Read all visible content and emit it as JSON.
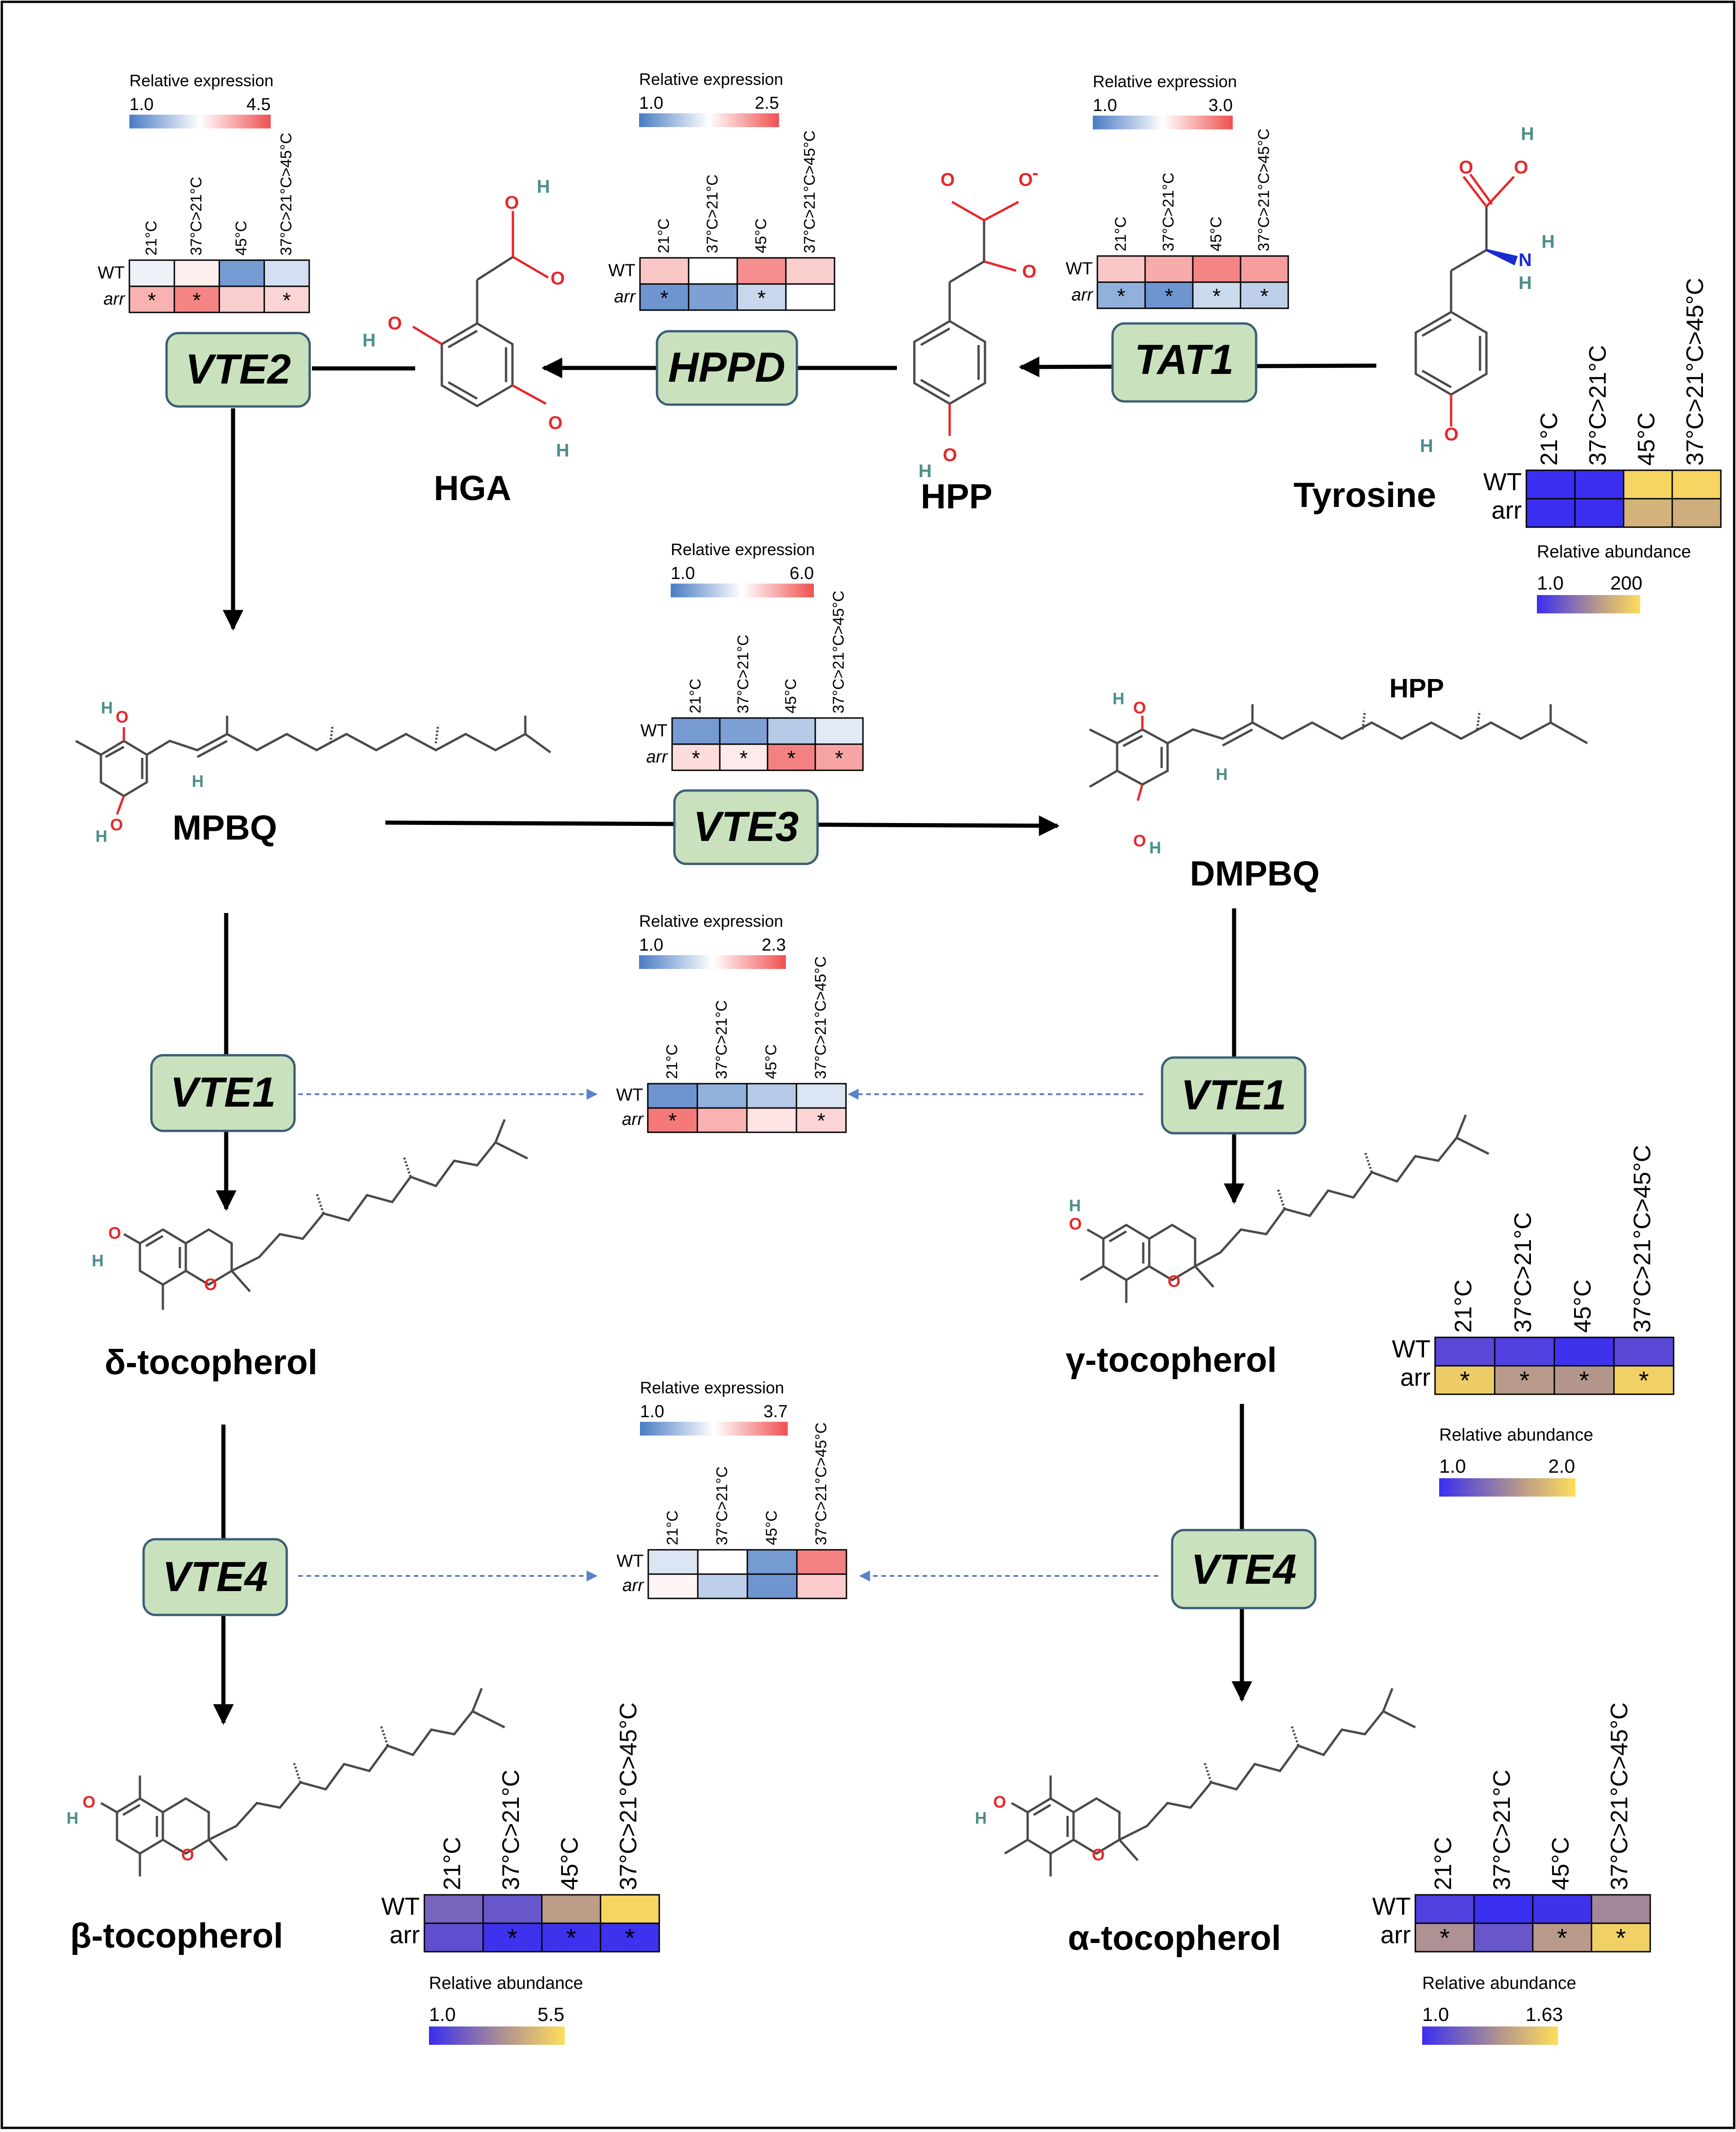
{
  "colors": {
    "enzyme_fill": "#c9e2bd",
    "enzyme_border": "#3b5d76",
    "expr_low": "#4a7bc4",
    "expr_mid": "#ffffff",
    "expr_high": "#f05050",
    "abund_low": "#3a2ef0",
    "abund_mid": "#b89a8a",
    "abund_high": "#ffdd5c",
    "oxygen": "#e8262a",
    "hydrogen": "#4c8e88",
    "nitrogen": "#1a2bd0",
    "bond": "#4a4a4a",
    "arrow": "#000000",
    "dashed": "#5a82c8"
  },
  "conditions": [
    "21°C",
    "37°C>21°C",
    "45°C",
    "37°C>21°C>45°C"
  ],
  "genotypes": [
    "WT",
    "arr"
  ],
  "star": "*",
  "expression_title": "Relative expression",
  "abundance_title": "Relative abundance",
  "metabolites": {
    "tyrosine": "Tyrosine",
    "hpp": "HPP",
    "hga": "HGA",
    "mpbq": "MPBQ",
    "dmpbq": "DMPBQ",
    "dmpbq_tag": "HPP",
    "delta": "δ-tocopherol",
    "gamma": "γ-tocopherol",
    "beta": "β-tocopherol",
    "alpha": "α-tocopherol"
  },
  "enzymes": {
    "tat1": "TAT1",
    "hppd": "HPPD",
    "vte2": "VTE2",
    "vte3": "VTE3",
    "vte1": "VTE1",
    "vte4": "VTE4"
  },
  "heatmaps": {
    "vte2": {
      "kind": "expression",
      "min": "1.0",
      "max": "4.5",
      "WT": [
        0.45,
        0.55,
        0.12,
        0.38
      ],
      "arr": [
        0.72,
        0.85,
        0.64,
        0.62
      ],
      "WT_star": [
        false,
        false,
        false,
        false
      ],
      "arr_star": [
        true,
        true,
        false,
        true
      ]
    },
    "hppd": {
      "kind": "expression",
      "min": "1.0",
      "max": "2.5",
      "WT": [
        0.66,
        0.5,
        0.82,
        0.64
      ],
      "arr": [
        0.1,
        0.14,
        0.35,
        0.5
      ],
      "WT_star": [
        false,
        false,
        false,
        false
      ],
      "arr_star": [
        true,
        false,
        true,
        false
      ]
    },
    "tat1": {
      "kind": "expression",
      "min": "1.0",
      "max": "3.0",
      "WT": [
        0.66,
        0.74,
        0.85,
        0.78
      ],
      "arr": [
        0.2,
        0.1,
        0.36,
        0.32
      ],
      "WT_star": [
        false,
        false,
        false,
        false
      ],
      "arr_star": [
        true,
        true,
        true,
        true
      ]
    },
    "vte3": {
      "kind": "expression",
      "min": "1.0",
      "max": "6.0",
      "WT": [
        0.12,
        0.14,
        0.3,
        0.42
      ],
      "arr": [
        0.6,
        0.56,
        0.86,
        0.76
      ],
      "WT_star": [
        false,
        false,
        false,
        false
      ],
      "arr_star": [
        true,
        true,
        true,
        true
      ]
    },
    "vte1": {
      "kind": "expression",
      "min": "1.0",
      "max": "2.3",
      "WT": [
        0.1,
        0.2,
        0.3,
        0.4
      ],
      "arr": [
        0.88,
        0.72,
        0.58,
        0.62
      ],
      "WT_star": [
        false,
        false,
        false,
        false
      ],
      "arr_star": [
        true,
        false,
        false,
        true
      ]
    },
    "vte4": {
      "kind": "expression",
      "min": "1.0",
      "max": "3.7",
      "WT": [
        0.4,
        0.5,
        0.12,
        0.86
      ],
      "arr": [
        0.53,
        0.32,
        0.1,
        0.65
      ],
      "WT_star": [
        false,
        false,
        false,
        false
      ],
      "arr_star": [
        false,
        false,
        false,
        false
      ]
    },
    "tyrosine": {
      "kind": "abundance",
      "min": "1.0",
      "max": "200",
      "WT": [
        0.0,
        0.0,
        0.95,
        0.95
      ],
      "arr": [
        0.0,
        0.0,
        0.75,
        0.72
      ],
      "WT_star": [
        false,
        false,
        false,
        false
      ],
      "arr_star": [
        false,
        false,
        false,
        false
      ]
    },
    "gamma": {
      "kind": "abundance",
      "min": "1.0",
      "max": "2.0",
      "WT": [
        0.15,
        0.1,
        0.02,
        0.15
      ],
      "arr": [
        0.9,
        0.6,
        0.58,
        0.92
      ],
      "WT_star": [
        false,
        false,
        false,
        false
      ],
      "arr_star": [
        true,
        true,
        true,
        true
      ]
    },
    "beta": {
      "kind": "abundance",
      "min": "1.0",
      "max": "5.5",
      "WT": [
        0.3,
        0.22,
        0.62,
        0.95
      ],
      "arr": [
        0.18,
        0.02,
        0.02,
        0.02
      ],
      "WT_star": [
        false,
        false,
        false,
        false
      ],
      "arr_star": [
        false,
        true,
        true,
        true
      ]
    },
    "alpha": {
      "kind": "abundance",
      "min": "1.0",
      "max": "1.63",
      "WT": [
        0.1,
        0.0,
        0.02,
        0.5
      ],
      "arr": [
        0.55,
        0.22,
        0.6,
        0.92
      ],
      "WT_star": [
        false,
        false,
        false,
        false
      ],
      "arr_star": [
        true,
        false,
        true,
        true
      ]
    }
  }
}
